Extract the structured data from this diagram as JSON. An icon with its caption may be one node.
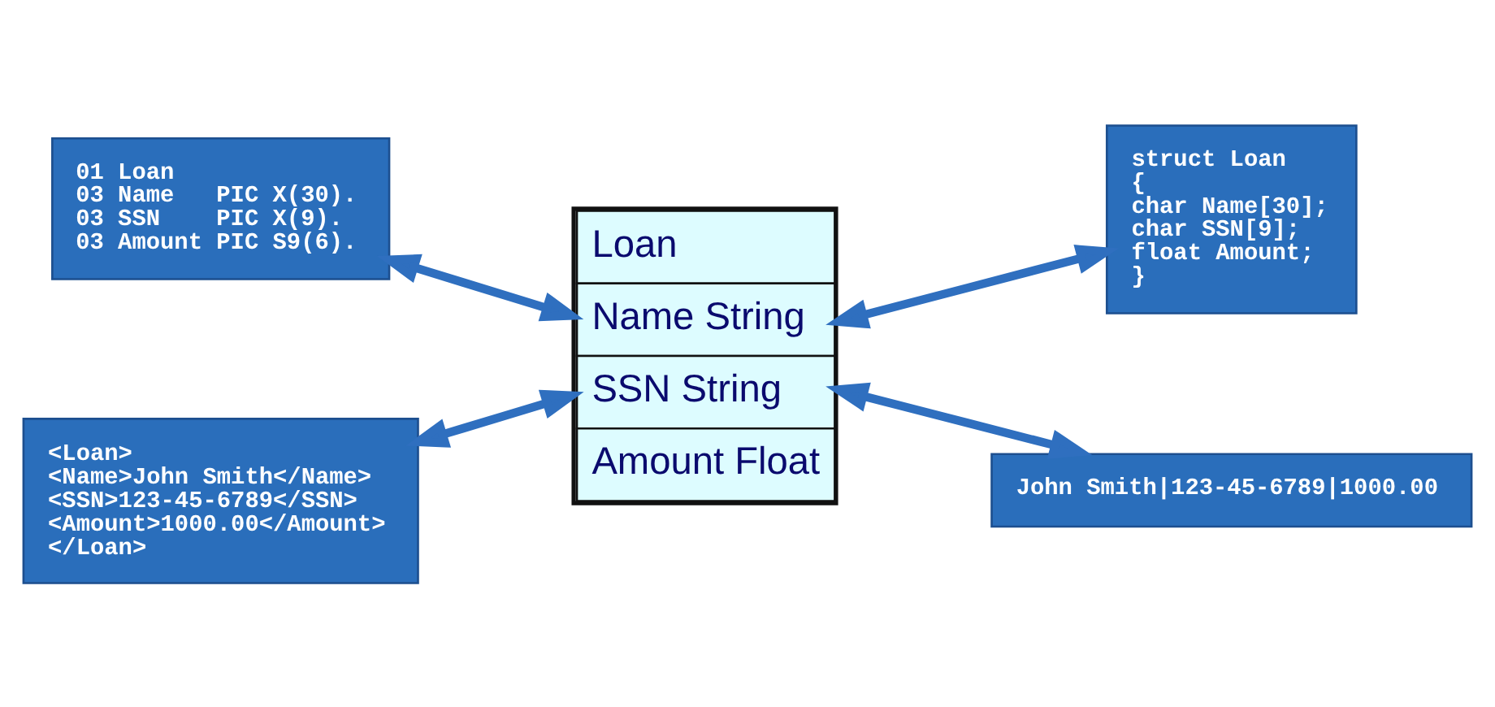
{
  "diagram": {
    "nodes": [
      {
        "text": [
          "01 Loan",
          "03 Name   PIC X(30).",
          "03 SSN    PIC X(9).",
          "03 Amount PIC S9(6)."
        ]
      },
      {
        "text": [
          "Loan",
          "Name String",
          "SSN String",
          "Amount Float"
        ]
      },
      {
        "text": [
          "struct Loan",
          "{",
          "char Name[30];",
          "char SSN[9];",
          "float Amount;",
          "}"
        ]
      },
      {
        "text": [
          "<Loan>",
          "<Name>John Smith</Name>",
          "<SSN>123-45-6789</SSN>",
          "<Amount>1000.00</Amount>",
          "</Loan>"
        ]
      },
      {
        "text": [
          "John Smith|123-45-6789|1000.00"
        ]
      }
    ],
    "edges": [
      {
        "from": 0,
        "to": 1,
        "arrow": "both"
      },
      {
        "from": 1,
        "to": 2,
        "arrow": "both"
      },
      {
        "from": 3,
        "to": 1,
        "arrow": "both"
      },
      {
        "from": 1,
        "to": 4,
        "arrow": "both"
      }
    ]
  }
}
